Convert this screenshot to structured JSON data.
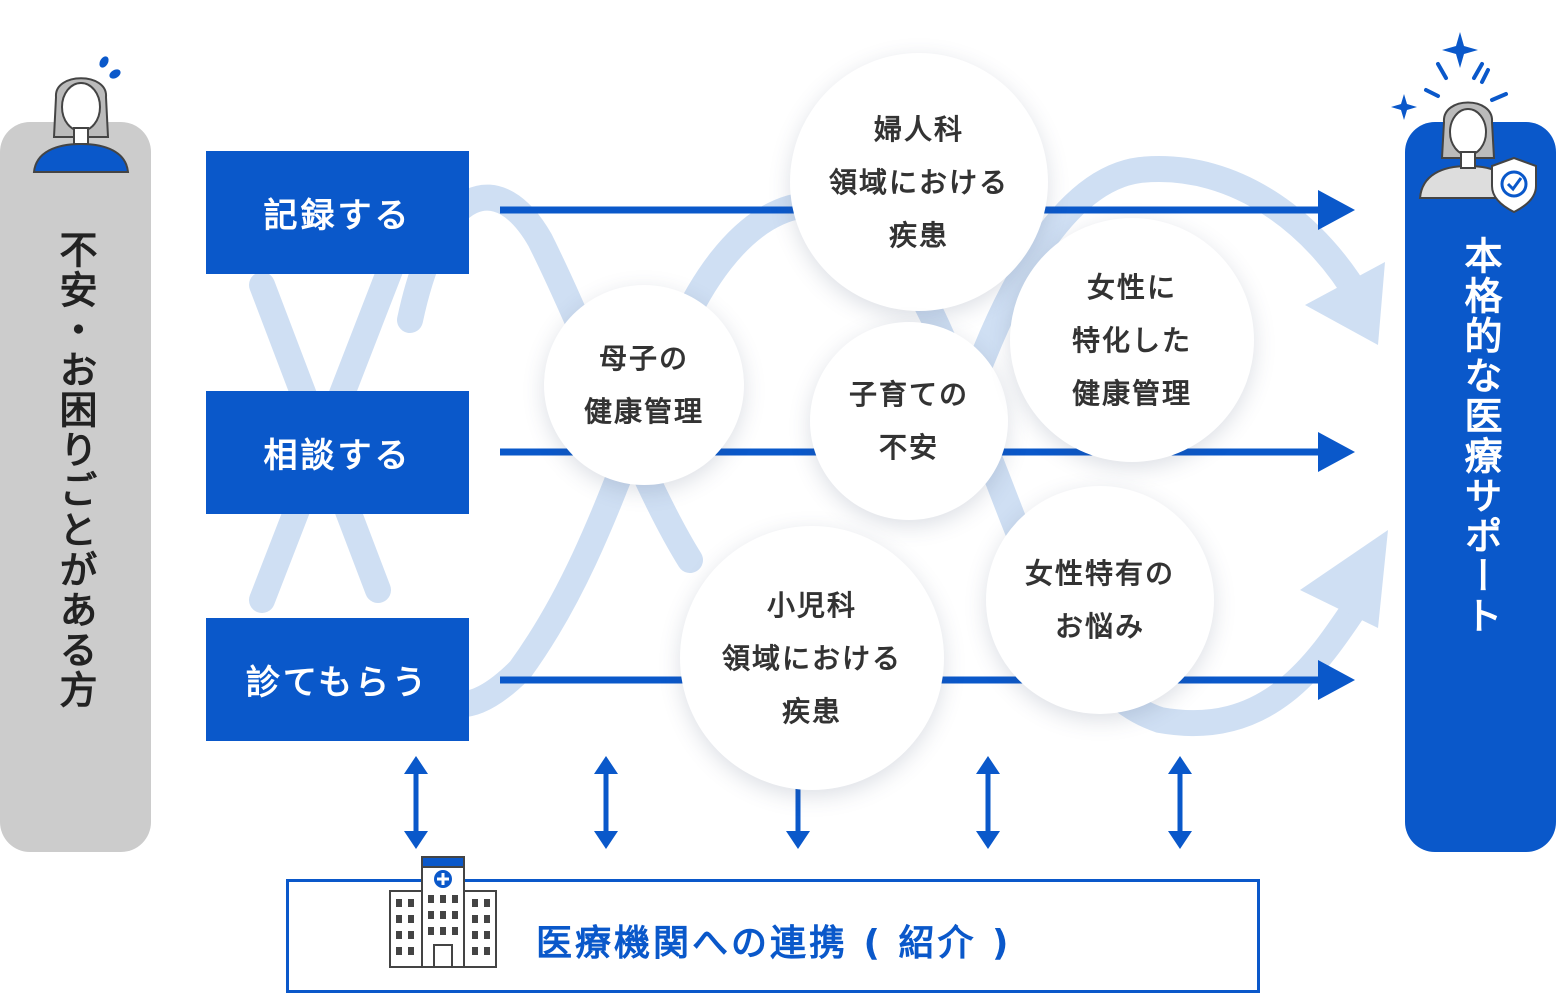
{
  "left_panel": {
    "label": "不安・お困りごとがある方",
    "icon": "worried-person-icon"
  },
  "right_panel": {
    "label": "本格的な医療サポート",
    "icon": "supported-person-icon"
  },
  "actions": [
    {
      "label": "記録する"
    },
    {
      "label": "相談する"
    },
    {
      "label": "診てもらう"
    }
  ],
  "topics": [
    {
      "label": "婦人科\n領域における\n疾患"
    },
    {
      "label": "母子の\n健康管理"
    },
    {
      "label": "子育ての\n不安"
    },
    {
      "label": "女性に\n特化した\n健康管理"
    },
    {
      "label": "小児科\n領域における\n疾患"
    },
    {
      "label": "女性特有の\nお悩み"
    }
  ],
  "hospital": {
    "label": "医療機関への連携 ( 紹介 )",
    "icon": "hospital-icon"
  },
  "colors": {
    "primary": "#0a58ca",
    "light_wave": "#cfdff3",
    "gray_panel": "#cccccc"
  }
}
